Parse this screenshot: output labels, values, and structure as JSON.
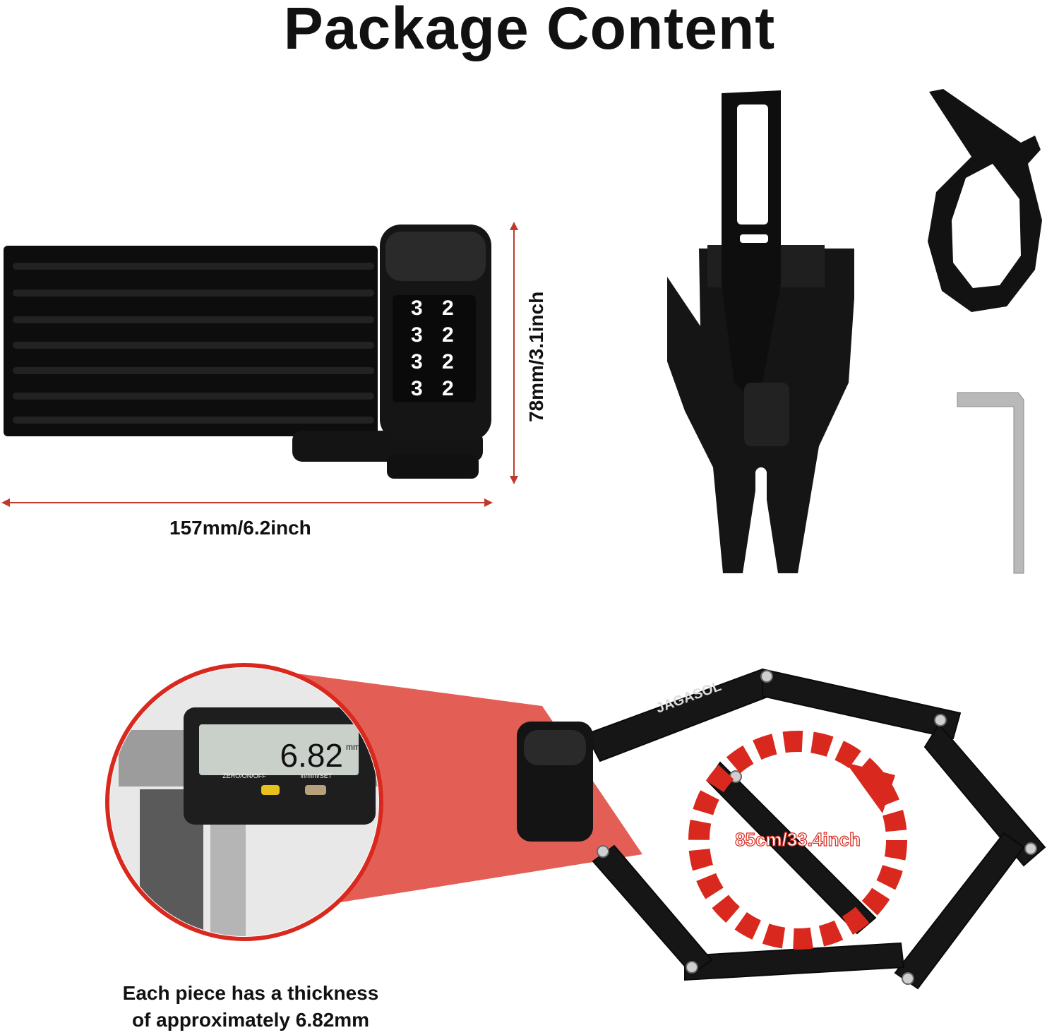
{
  "title": "Package Content",
  "lock_dimensions": {
    "width_label": "157mm/6.2inch",
    "height_label": "78mm/3.1inch",
    "dial_digits": [
      "3",
      "2"
    ]
  },
  "caliper": {
    "reading": "6.82",
    "unit": "mm",
    "buttons": [
      "ZERO/ON/OFF",
      "in/mm/SET"
    ]
  },
  "chain": {
    "brand": "JAGASOL",
    "length_label": "85cm/33.4inch"
  },
  "caption": {
    "line1": "Each piece has a thickness",
    "line2": "of approximately 6.82mm"
  },
  "colors": {
    "accent_red": "#d9291e",
    "dimension_line": "#c0392b",
    "product_black": "#1a1a1a"
  }
}
